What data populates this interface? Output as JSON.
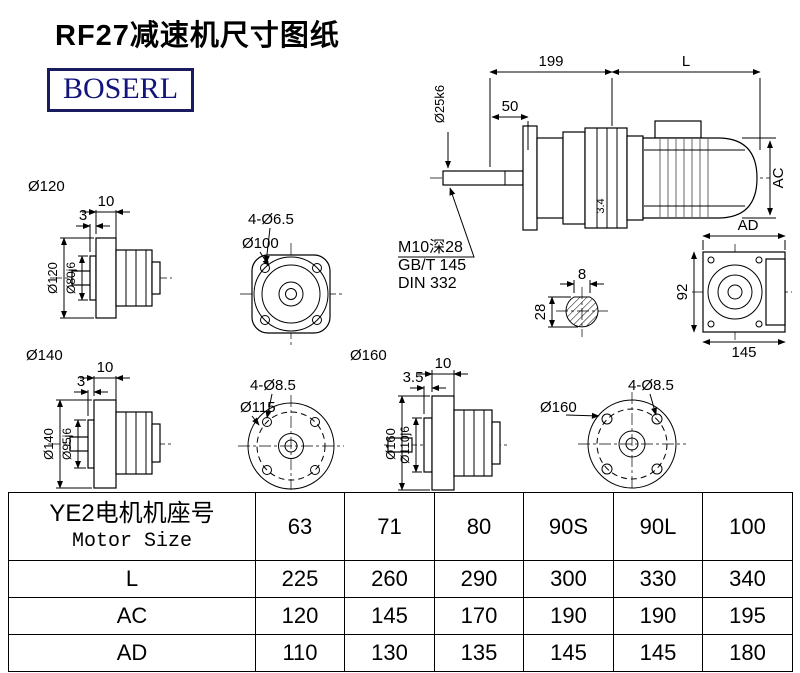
{
  "page": {
    "title": "RF27减速机尺寸图纸",
    "logo": "BOSERL"
  },
  "main_view": {
    "dim_199": "199",
    "dim_L": "L",
    "dim_50": "50",
    "dim_shaft": "Ø25k6",
    "dim_AC": "AC",
    "dim_34": "3.4",
    "note_line1": "M10深28",
    "note_line2": "GB/T 145",
    "note_line3": "DIN 332"
  },
  "side_view": {
    "dim_AD": "AD",
    "dim_92": "92",
    "dim_145": "145"
  },
  "shaft_section": {
    "dim_8": "8",
    "dim_28": "28"
  },
  "flange120": {
    "label": "Ø120",
    "dim_10": "10",
    "dim_3": "3",
    "dim_od": "Ø120",
    "dim_spigot": "Ø80j6"
  },
  "face100": {
    "dim_holes": "4-Ø6.5",
    "dim_od": "Ø100"
  },
  "flange140": {
    "label": "Ø140",
    "dim_10": "10",
    "dim_3": "3",
    "dim_od": "Ø140",
    "dim_spigot": "Ø95j6"
  },
  "face115": {
    "dim_holes": "4-Ø8.5",
    "dim_od": "Ø115"
  },
  "flange160": {
    "label": "Ø160",
    "dim_10": "10",
    "dim_35": "3.5",
    "dim_od": "Ø160",
    "dim_spigot": "Ø110j6"
  },
  "face160": {
    "dim_holes": "4-Ø8.5",
    "dim_od": "Ø160"
  },
  "table": {
    "header_cn": "YE2电机机座号",
    "header_en": "Motor Size",
    "sizes": [
      "63",
      "71",
      "80",
      "90S",
      "90L",
      "100"
    ],
    "rows": [
      {
        "label": "L",
        "values": [
          "225",
          "260",
          "290",
          "300",
          "330",
          "340"
        ]
      },
      {
        "label": "AC",
        "values": [
          "120",
          "145",
          "170",
          "190",
          "190",
          "195"
        ]
      },
      {
        "label": "AD",
        "values": [
          "110",
          "130",
          "135",
          "145",
          "145",
          "180"
        ]
      }
    ]
  }
}
